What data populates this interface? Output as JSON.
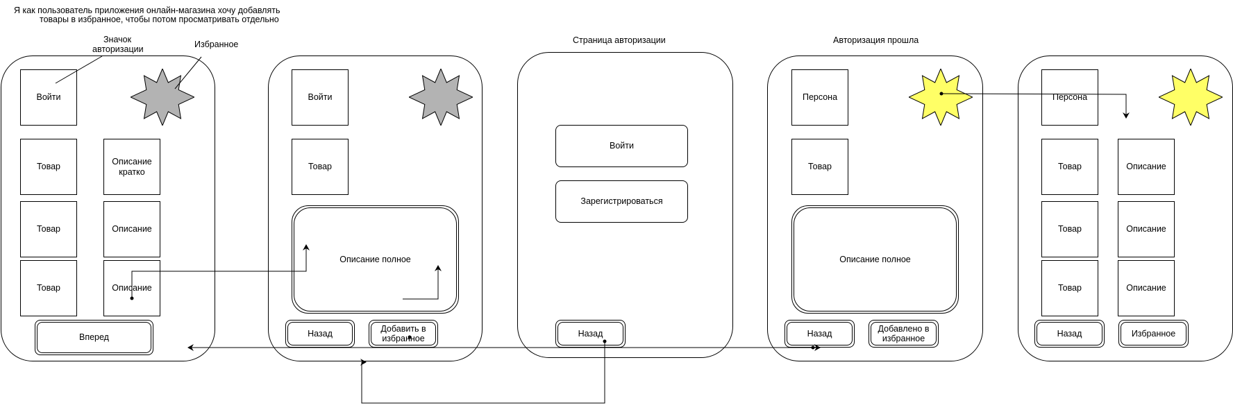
{
  "top_note": {
    "line1": "Я как пользователь приложения онлайн-магазина хочу добавлять",
    "line2": "товары в избранное, чтобы потом просматривать отдельно"
  },
  "colors": {
    "star_gray": "#b3b3b3",
    "star_yellow": "#ffff66"
  },
  "screen1": {
    "annotation_auth_line1": "Значок",
    "annotation_auth_line2": "авторизации",
    "annotation_fav": "Избранное",
    "login": "Войти",
    "items": [
      {
        "product": "Товар",
        "desc": "Описание кратко"
      },
      {
        "product": "Товар",
        "desc": "Описание"
      },
      {
        "product": "Товар",
        "desc": "Описание"
      }
    ],
    "forward_button": "Вперед"
  },
  "screen2": {
    "login": "Войти",
    "product": "Товар",
    "full_desc": "Описание полное",
    "back_button": "Назад",
    "add_fav_button": "Добавить в избранное"
  },
  "screen3": {
    "title": "Страница авторизации",
    "login_button": "Войти",
    "register_button": "Зарегистрироваться",
    "back_button": "Назад"
  },
  "screen4": {
    "title": "Авторизация прошла",
    "persona": "Персона",
    "product": "Товар",
    "full_desc": "Описание полное",
    "back_button": "Назад",
    "added_fav_button": "Добавлено в избранное"
  },
  "screen5": {
    "persona": "Персона",
    "items": [
      {
        "product": "Товар",
        "desc": "Описание"
      },
      {
        "product": "Товар",
        "desc": "Описание"
      },
      {
        "product": "Товар",
        "desc": "Описание"
      }
    ],
    "back_button": "Назад",
    "fav_button": "Избранное"
  }
}
